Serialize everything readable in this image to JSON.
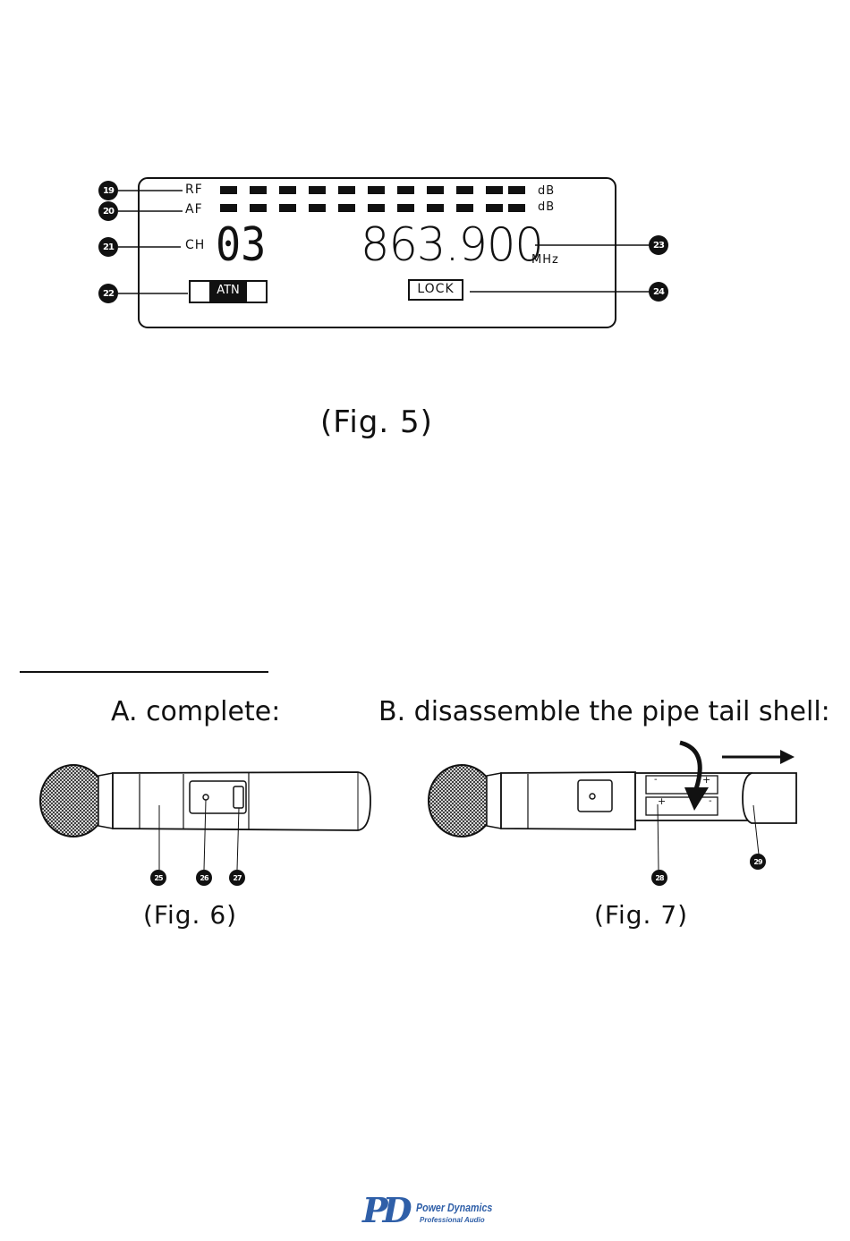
{
  "fig5": {
    "rf_label": "RF",
    "af_label": "AF",
    "db_label": "dB",
    "ch_label": "CH",
    "channel": "03",
    "frequency": "863.900",
    "unit": "MHz",
    "atn_label": "ATN",
    "lock_label": "LOCK",
    "caption": "(Fig. 5)",
    "callouts": [
      "19",
      "20",
      "21",
      "22",
      "23",
      "24"
    ]
  },
  "section": {
    "heading_a": "A. complete:",
    "heading_b": "B. disassemble the pipe tail shell:"
  },
  "fig6": {
    "caption": "(Fig. 6)",
    "callouts": [
      "25",
      "26",
      "27"
    ]
  },
  "fig7": {
    "caption": "(Fig. 7)",
    "callouts": [
      "28",
      "29"
    ],
    "battery_plus": "+",
    "battery_minus": "-"
  },
  "footer": {
    "brand": "Power Dynamics",
    "tagline": "Professional Audio",
    "logo_letters": "PD"
  }
}
